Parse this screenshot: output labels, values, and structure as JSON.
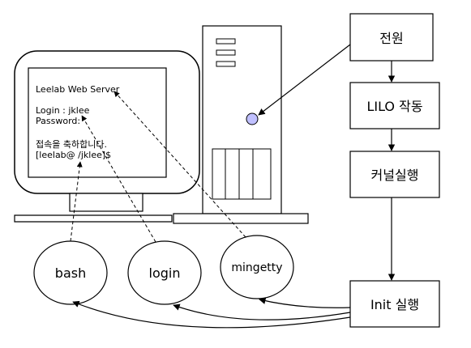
{
  "terminal": {
    "line1": "Leelab Web Server",
    "line2": "Login : jklee",
    "line3": "Password:",
    "line4": "접속을 축하합니다.",
    "line5": "[leelab@ /jklee]$"
  },
  "boot_steps": [
    {
      "label": "전원"
    },
    {
      "label": "LILO 작동"
    },
    {
      "label": "커널실행"
    },
    {
      "label": "Init 실행"
    }
  ],
  "processes": [
    {
      "label": "bash"
    },
    {
      "label": "login"
    },
    {
      "label": "mingetty"
    }
  ],
  "colors": {
    "stroke": "#000000",
    "power_button": "#c0c0ff"
  }
}
